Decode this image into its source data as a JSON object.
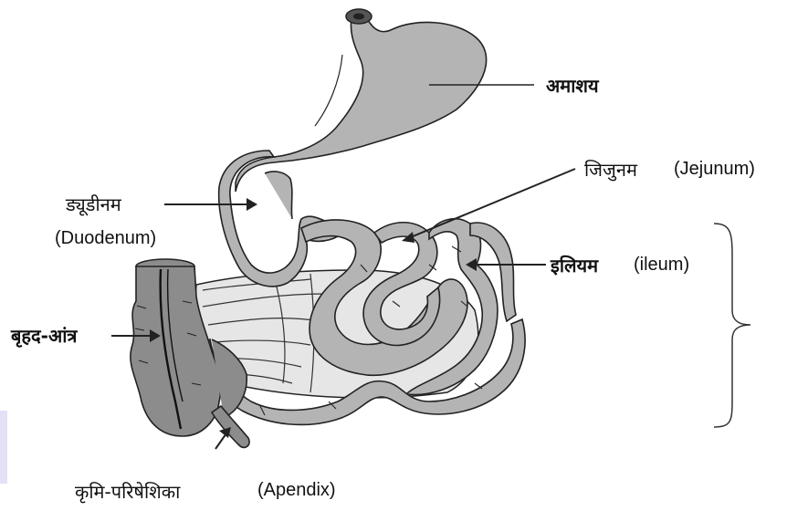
{
  "labels": {
    "stomach": "अमाशय",
    "jejunum_hi": "जिजुनम",
    "jejunum_en": "(Jejunum)",
    "duodenum_hi": "ड्यूडीनम",
    "duodenum_en": "(Duodenum)",
    "ileum_hi": "इलियम",
    "ileum_en": "(ileum)",
    "large_intestine": "बृहद-आंत्र",
    "appendix_hi": "कृमि-परिषेशिका",
    "appendix_en": "(Apendix)"
  },
  "colors": {
    "organ_fill": "#b4b4b4",
    "colon_fill": "#8c8c8c",
    "mesentery_fill": "#e6e6e6",
    "outline": "#222222",
    "side_strip": "#e3e0f7"
  }
}
